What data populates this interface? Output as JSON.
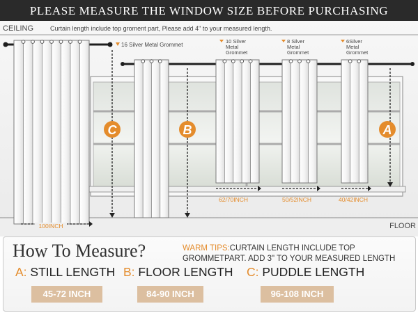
{
  "header": {
    "title": "PLEASE MEASURE THE WINDOW SIZE BEFORE PURCHASING"
  },
  "scene": {
    "ceiling_label": "CEILING",
    "ceiling_note": "Curtain length include top groment part, Please add 4\" to your measured length.",
    "floor_label": "FLOOR",
    "grommets": [
      {
        "text": "16 Silver Metal Grommet"
      },
      {
        "lines": [
          "10 Silver",
          "Metal",
          "Grommet"
        ]
      },
      {
        "lines": [
          "8 Silver",
          "Metal",
          "Grommet"
        ]
      },
      {
        "lines": [
          "6Silver",
          "Metal",
          "Grommet"
        ]
      }
    ],
    "width_labels": [
      "100INCH",
      "62/70INCH",
      "50/52INCH",
      "40/42INCH"
    ],
    "markers": [
      "C",
      "B",
      "A"
    ]
  },
  "bottom": {
    "title": "How To Measure?",
    "tips_lead": "WARM TIPS:",
    "tips_text": "CURTAIN LENGTH INCLUDE TOP GROMMETPART. ADD 3\" TO YOUR MEASURED LENGTH",
    "categories": [
      {
        "key": "A:",
        "label": "STILL LENGTH",
        "range": "45-72 INCH"
      },
      {
        "key": "B:",
        "label": "FLOOR LENGTH",
        "range": "84-90 INCH"
      },
      {
        "key": "C:",
        "label": "PUDDLE LENGTH",
        "range": "96-108 INCH"
      }
    ]
  },
  "colors": {
    "accent": "#e48c2c",
    "badge": "#dcbfa0",
    "header_bg": "#2a2a2a"
  }
}
